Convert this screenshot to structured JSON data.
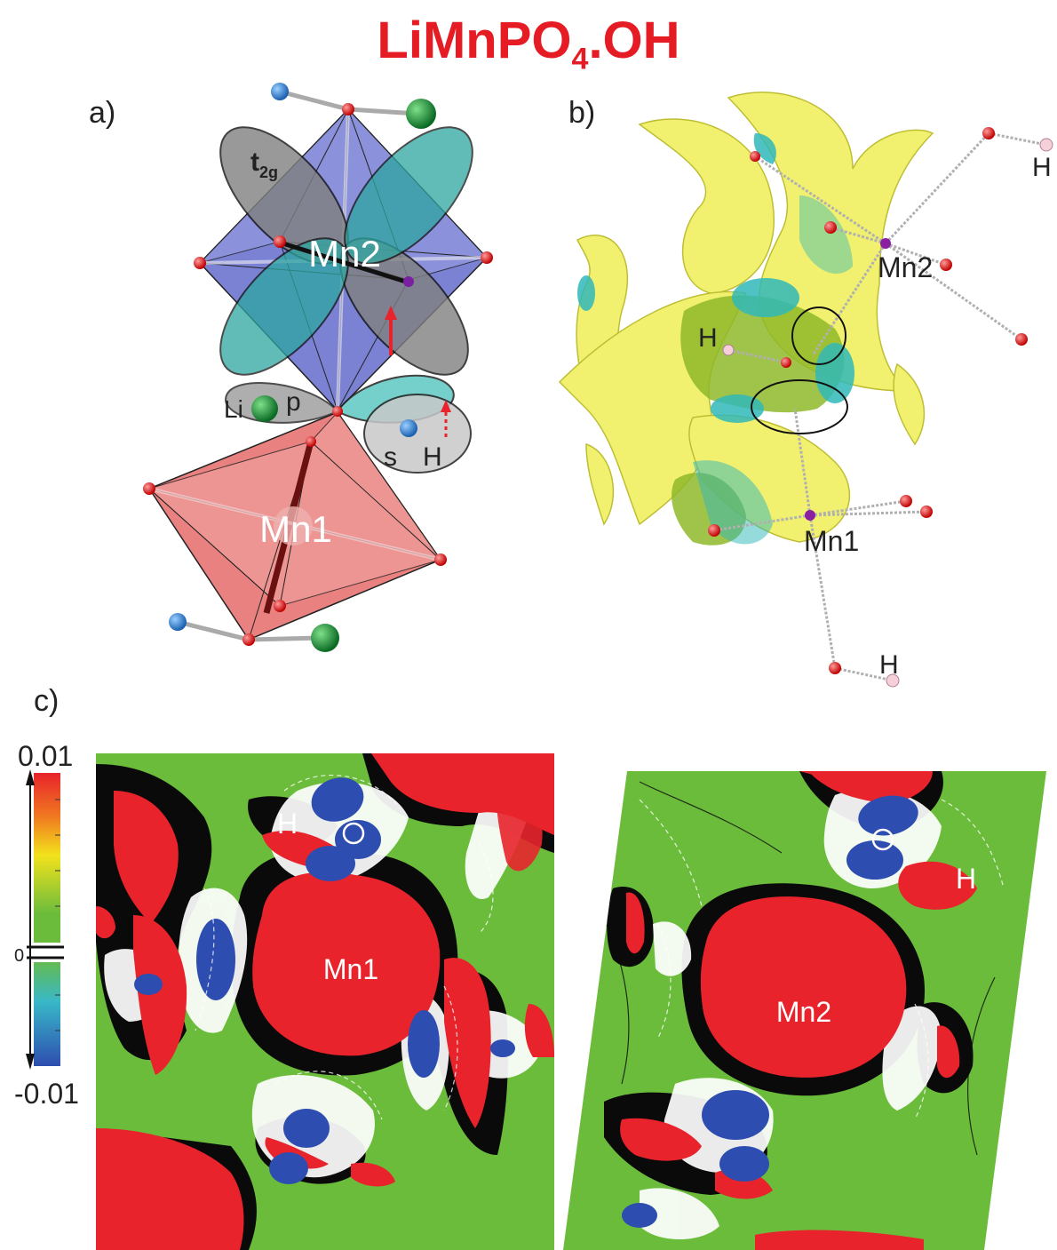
{
  "title": {
    "main": "LiMnPO",
    "sub": "4",
    "tail": ".OH",
    "color": "#e51c24"
  },
  "panels": {
    "a": "a)",
    "b": "b)",
    "c": "c)"
  },
  "panel_a": {
    "orbital_label_main": "t",
    "orbital_label_sub": "2g",
    "mn2": "Mn2",
    "mn1": "Mn1",
    "li": "Li",
    "p": "p",
    "s": "s",
    "h": "H"
  },
  "panel_b": {
    "h_top": "H",
    "mn2": "Mn2",
    "h_left": "H",
    "mn1": "Mn1",
    "h_bottom": "H"
  },
  "panel_c": {
    "colorbar_max": "0.01",
    "colorbar_zero": "0",
    "colorbar_min": "-0.01",
    "left_center": "Mn1",
    "left_h": "H",
    "right_center": "Mn2",
    "right_h": "H"
  },
  "colors": {
    "positive": "#e8232b",
    "negative": "#2e4db0",
    "background_map": "#6cbc3c",
    "octa_mn2": "#7b82d4",
    "octa_mn1": "#e8817f",
    "isosurface_yellow": "#f0f060",
    "isosurface_cyan": "#30b8b8"
  }
}
